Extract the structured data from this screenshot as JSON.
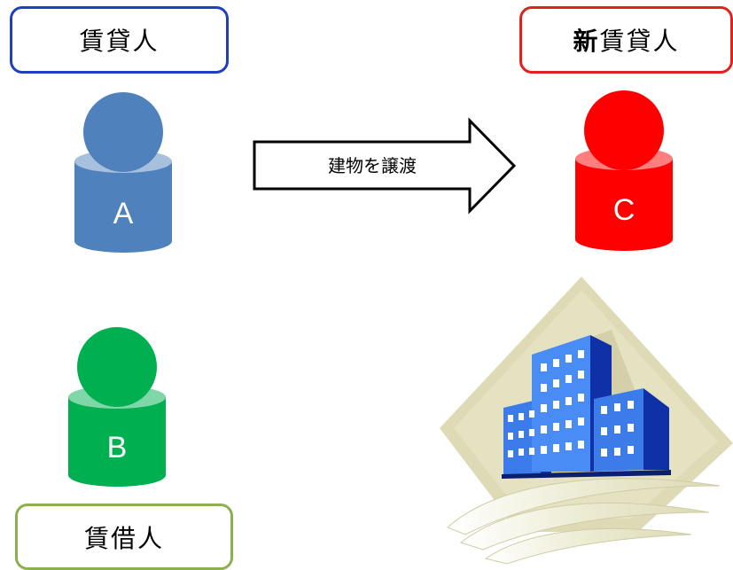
{
  "parties": {
    "lessor": {
      "title": "賃貸人",
      "letter": "A",
      "color": "#4f81bd",
      "border_color": "#1f3fbf"
    },
    "new_lessor": {
      "title_prefix": "新",
      "title_rest": "賃貸人",
      "letter": "C",
      "color": "#ff0000",
      "border_color": "#e0221e"
    },
    "lessee": {
      "title": "賃借人",
      "letter": "B",
      "color": "#00b050",
      "border_color": "#8db04e"
    }
  },
  "transfer_arrow": {
    "label": "建物を譲渡"
  },
  "building": {
    "icon": "building-clipart-icon"
  }
}
